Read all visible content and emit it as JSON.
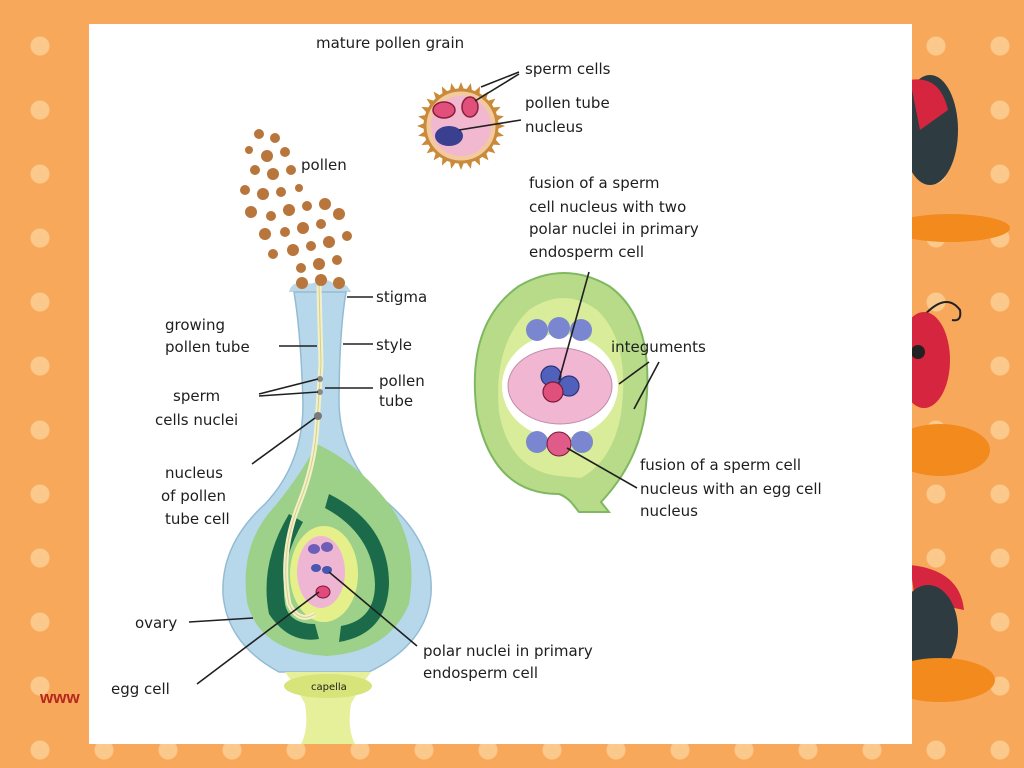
{
  "url_fragment": "www",
  "labels": {
    "mature_pollen_grain": "mature pollen grain",
    "sperm_cells": "sperm cells",
    "pollen_tube_nucleus": [
      "pollen tube",
      "nucleus"
    ],
    "pollen": "pollen",
    "stigma": "stigma",
    "style": "style",
    "growing_pollen_tube": [
      "growing",
      "pollen tube"
    ],
    "pollen_tube": [
      "pollen",
      "tube"
    ],
    "sperm_cells_nuclei": [
      "sperm",
      "cells nuclei"
    ],
    "nucleus_of_pollen_tube_cell": [
      "nucleus",
      "of pollen",
      "tube cell"
    ],
    "ovary": "ovary",
    "egg_cell": "egg cell",
    "polar_nuclei": [
      "polar nuclei in primary",
      "endosperm cell"
    ],
    "fusion_polar": [
      "fusion of a sperm",
      "cell nucleus with two",
      "polar nuclei in primary",
      "endosperm cell"
    ],
    "integuments": "integuments",
    "fusion_egg": [
      "fusion of a sperm cell",
      "nucleus with an egg cell",
      "nucleus"
    ],
    "base_caption": "capella"
  }
}
